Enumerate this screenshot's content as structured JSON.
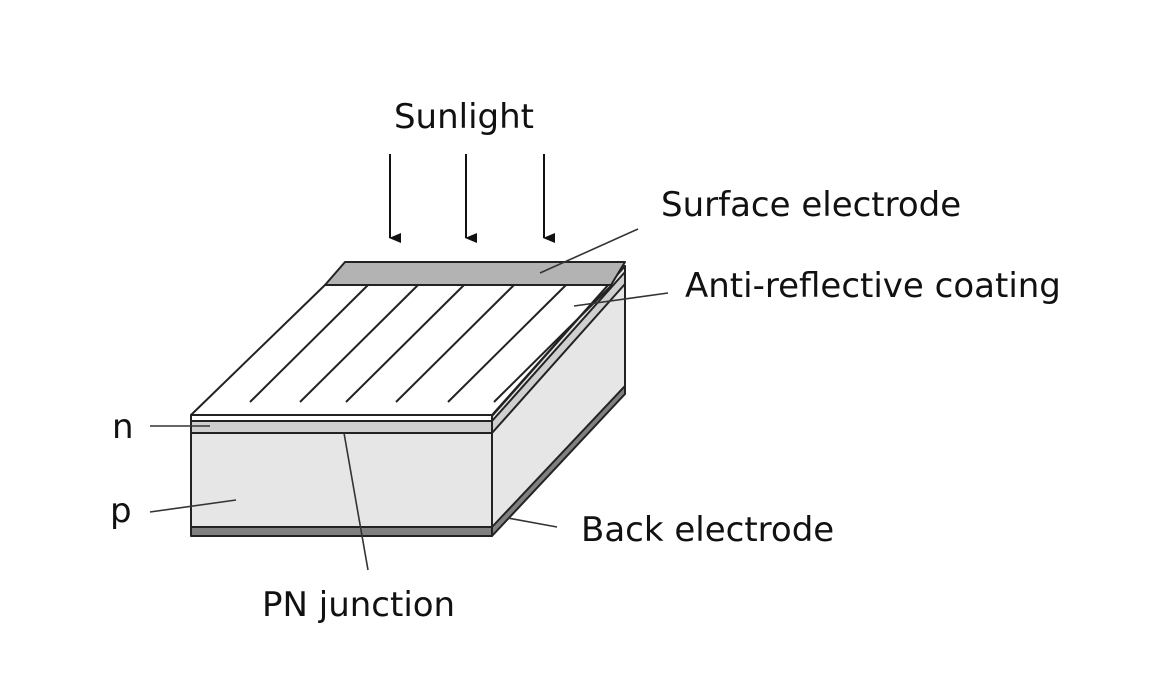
{
  "labels": {
    "sunlight": "Sunlight",
    "surface_electrode": "Surface electrode",
    "anti_reflective_coating": "Anti-reflective coating",
    "n": "n",
    "p": "p",
    "back_electrode": "Back electrode",
    "pn_junction": "PN junction"
  },
  "colors": {
    "surface_electrode": "#b3b3b3",
    "cell_body": "#e6e6e6",
    "n_layer": "#cfcfcf",
    "back_electrode": "#808080",
    "top_face": "#ffffff",
    "outline": "#222222"
  },
  "sunlight_arrow_count": 3,
  "top_finger_count": 6
}
